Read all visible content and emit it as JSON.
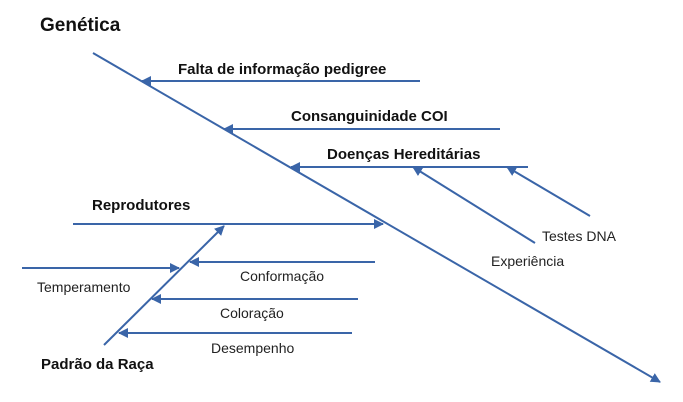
{
  "title": "Genética",
  "line_color": "#3a65a8",
  "causes": {
    "pedigree": "Falta de informação pedigree",
    "coi": "Consanguinidade COI",
    "hereditary": "Doenças Hereditárias",
    "breeders": "Reprodutores",
    "breed_standard": "Padrão da Raça"
  },
  "subcauses": {
    "dna_tests": "Testes DNA",
    "experience": "Experiência",
    "temperament": "Temperamento",
    "conformation": "Conformação",
    "coloration": "Coloração",
    "performance": "Desempenho"
  }
}
